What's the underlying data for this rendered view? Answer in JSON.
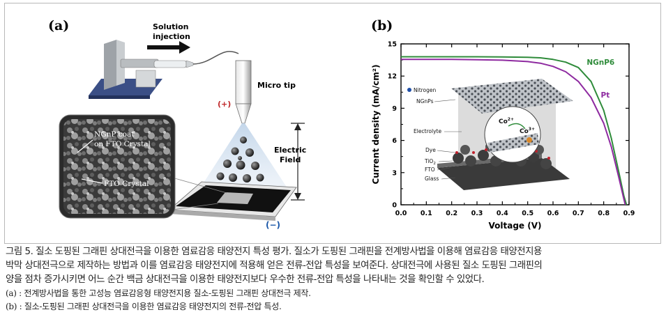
{
  "panel_a": {
    "label": "(a)",
    "solution_injection_line1": "Solution",
    "solution_injection_line2": "injection",
    "micro_tip": "Micro tip",
    "plus_sign": "(+)",
    "minus_sign": "(−)",
    "electric_field_line1": "Electric",
    "electric_field_line2": "Field",
    "ngnp_coat_line1": "NGnP coat",
    "ngnp_coat_line2": "on FTO Crystal",
    "fto_crystal": "FTO Crystal"
  },
  "panel_b": {
    "label": "(b)",
    "inset": {
      "nitrogen": "Nitrogen",
      "ngnps": "NGnPs",
      "electrolyte": "Electrolyte",
      "dye": "Dye",
      "tio2": "TiO",
      "tio2_sub": "2",
      "fto": "FTO",
      "glass": "Glass",
      "co2": "Co",
      "co2_sup": "2+",
      "co3": "Co",
      "co3_sup": "3+"
    }
  },
  "chart_data": {
    "type": "line",
    "xlabel": "Voltage (V)",
    "ylabel": "Current density (mA/cm²)",
    "xlim": [
      0.0,
      0.9
    ],
    "ylim": [
      0,
      15
    ],
    "xticks": [
      "0.0",
      "0.1",
      "0.2",
      "0.3",
      "0.4",
      "0.5",
      "0.6",
      "0.7",
      "0.8",
      "0.9"
    ],
    "yticks": [
      "0",
      "3",
      "6",
      "9",
      "12",
      "15"
    ],
    "grid": false,
    "legend": "inline labels",
    "series": [
      {
        "name": "NGnP6",
        "color": "#2e8b3a",
        "x": [
          0.0,
          0.1,
          0.2,
          0.3,
          0.4,
          0.5,
          0.55,
          0.6,
          0.65,
          0.7,
          0.75,
          0.8,
          0.83,
          0.86,
          0.88,
          0.89
        ],
        "y": [
          13.8,
          13.8,
          13.8,
          13.8,
          13.78,
          13.75,
          13.7,
          13.55,
          13.3,
          12.8,
          11.5,
          8.8,
          6.2,
          3.0,
          0.8,
          0.0
        ]
      },
      {
        "name": "Pt",
        "color": "#8e2aa0",
        "x": [
          0.0,
          0.1,
          0.2,
          0.3,
          0.4,
          0.5,
          0.55,
          0.6,
          0.65,
          0.7,
          0.75,
          0.8,
          0.83,
          0.86,
          0.88,
          0.885
        ],
        "y": [
          13.55,
          13.55,
          13.55,
          13.52,
          13.48,
          13.35,
          13.2,
          12.9,
          12.4,
          11.5,
          10.0,
          7.6,
          5.4,
          2.5,
          0.5,
          0.0
        ]
      }
    ]
  },
  "caption": {
    "line1": "그림 5. 질소 도핑된 그래핀 상대전극을 이용한 염료감응 태양전지 특성 평가. 질소가 도핑된 그래핀을 전계방사법을 이용해 염료감응 태양전지용",
    "line2": "박막 상대전극으로 제작하는 방법과 이를 염료감응 태양전지에 적용해 얻은 전류-전압 특성을 보여준다. 상대전극에 사용된 질소 도핑된 그래핀의",
    "line3": "양을 점차 증가시키면 어느 순간 백금 상대전극을 이용한 태양전지보다 우수한 전류-전압 특성을 나타내는 것을 확인할 수 있었다.",
    "sub_a": "(a) : 전계방사법을 통한 고성능 염료감응형 태양전지용 질소-도핑된 그래핀 상대전극 제작.",
    "sub_b": "(b) : 질소-도핑된 그래핀 상대전극을 이용한 염료감응 태양전지의 전류-전압 특성."
  }
}
